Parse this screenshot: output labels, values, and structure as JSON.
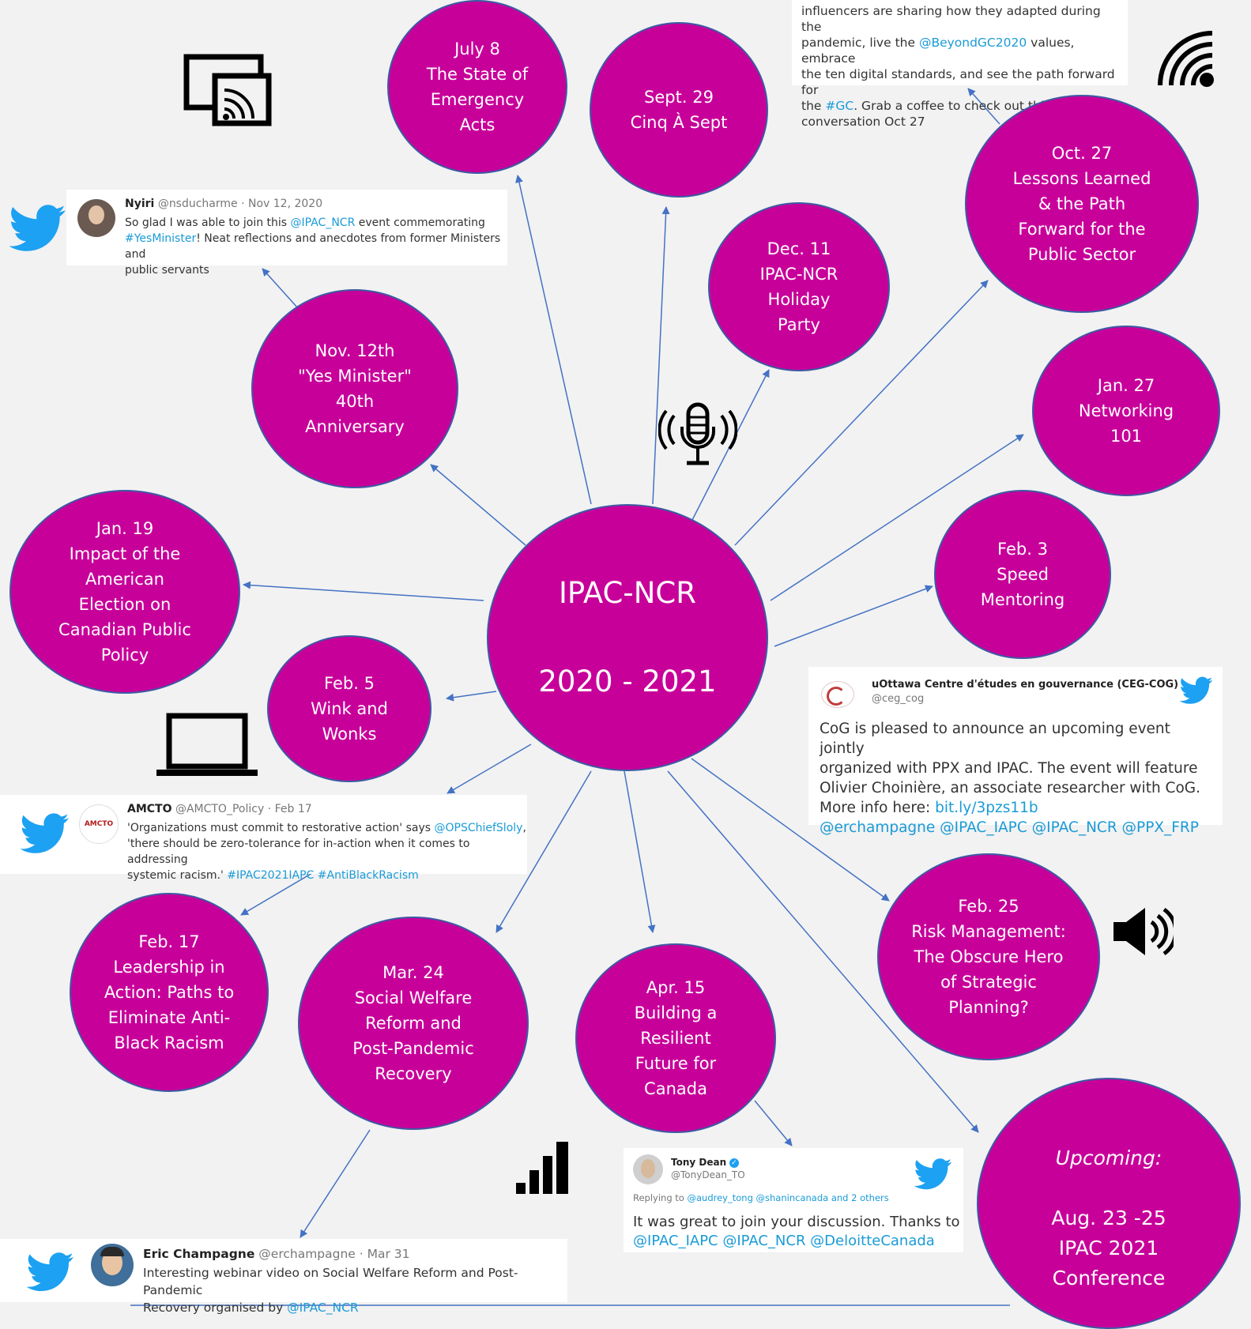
{
  "center": {
    "line1": "IPAC-NCR",
    "line2": "2020 - 2021"
  },
  "events": [
    {
      "id": "jul8",
      "label": "July 8\nThe State of\nEmergency\nActs"
    },
    {
      "id": "sep29",
      "label": "Sept. 29\nCinq À Sept"
    },
    {
      "id": "oct27",
      "label": "Oct. 27\nLessons Learned\n& the Path\nForward for the\nPublic Sector"
    },
    {
      "id": "dec11",
      "label": "Dec. 11\nIPAC-NCR\nHoliday\nParty"
    },
    {
      "id": "nov12",
      "label": "Nov. 12th\n\"Yes Minister\"\n40th\nAnniversary"
    },
    {
      "id": "jan27",
      "label": "Jan. 27\nNetworking\n101"
    },
    {
      "id": "feb3",
      "label": "Feb. 3\nSpeed\nMentoring"
    },
    {
      "id": "jan19",
      "label": "Jan. 19\nImpact of the\nAmerican\nElection on\nCanadian Public\nPolicy"
    },
    {
      "id": "feb5",
      "label": "Feb. 5\nWink and\nWonks"
    },
    {
      "id": "feb17",
      "label": "Feb. 17\nLeadership in\nAction: Paths to\nEliminate Anti-\nBlack Racism"
    },
    {
      "id": "mar24",
      "label": "Mar. 24\nSocial Welfare\nReform and\nPost-Pandemic\nRecovery"
    },
    {
      "id": "apr15",
      "label": "Apr. 15\nBuilding a\nResilient\nFuture for\nCanada"
    },
    {
      "id": "feb25",
      "label": "Feb. 25\nRisk Management:\nThe Obscure Hero\nof Strategic\nPlanning?"
    }
  ],
  "upcoming": {
    "italic": "Upcoming:",
    "rest": "Aug. 23 -25\nIPAC 2021\nConference"
  },
  "tweets": {
    "top": {
      "line1": "influencers are sharing how they adapted during the",
      "line2_a": "pandemic, live the ",
      "line2_link": "@BeyondGC2020",
      "line2_b": " values, embrace",
      "line3": "the ten digital standards, and see the path forward for",
      "line4_a": "the ",
      "line4_link": "#GC",
      "line4_b": ". Grab a coffee to check out this breakfast",
      "line5": "conversation Oct 27"
    },
    "nyiri": {
      "name": "Nyiri",
      "meta": "@nsducharme · Nov 12, 2020",
      "t1": "So glad I was able to join this  ",
      "l1": "@IPAC_NCR",
      "t2": " event commemorating",
      "l2": "#YesMinister",
      "t3": "! Neat reflections and anecdotes from former Ministers and",
      "t4": "public servants"
    },
    "amcto": {
      "name": "AMCTO",
      "meta": "@AMCTO_Policy · Feb 17",
      "logo": "AMCTO",
      "t1": "'Organizations must commit to restorative action' says ",
      "l1": "@OPSChiefSloly",
      "t2": ",",
      "t3": "'there should be zero-tolerance for in-action when it comes to addressing",
      "t4": "systemic racism.' ",
      "l2": "#IPAC2021IAPC",
      "l3": "#AntiBlackRacism"
    },
    "ceg": {
      "name": "uOttawa Centre d'études en gouvernance (CEG-COG)",
      "handle": "@ceg_cog",
      "t1": "CoG is pleased to announce an upcoming event jointly",
      "t2": "organized with PPX and IPAC. The event will feature",
      "t3": "Olivier Choinière, an associate researcher with CoG.",
      "t4": "More info here: ",
      "l1": "bit.ly/3pzs11b",
      "l2": "@erchampagne @IPAC_IAPC @IPAC_NCR @PPX_FRP"
    },
    "eric": {
      "name": "Eric Champagne",
      "meta": "@erchampagne · Mar 31",
      "t1": "Interesting webinar video on Social Welfare Reform and Post-Pandemic",
      "t2": "Recovery organised by ",
      "l1": "@IPAC_NCR"
    },
    "tony": {
      "name": "Tony Dean",
      "handle": "@TonyDean_TO",
      "replying": "Replying to ",
      "reply_links": "@audrey_tong @shanincanada",
      "reply_tail": " and 2 others",
      "t1": "It was great to join your discussion. Thanks to",
      "l1": "@IPAC_IAPC @IPAC_NCR @DeloitteCanada"
    }
  },
  "colors": {
    "node": "#c8009a",
    "node_border": "#3d5aa3",
    "arrow": "#4472c4",
    "link": "#1a9bd7",
    "twitter": "#1da1f2"
  },
  "icons": [
    "screen-cast-icon",
    "wifi-signal-icon",
    "microphone-icon",
    "laptop-icon",
    "speaker-icon",
    "signal-bars-icon",
    "twitter-bird-icon"
  ]
}
